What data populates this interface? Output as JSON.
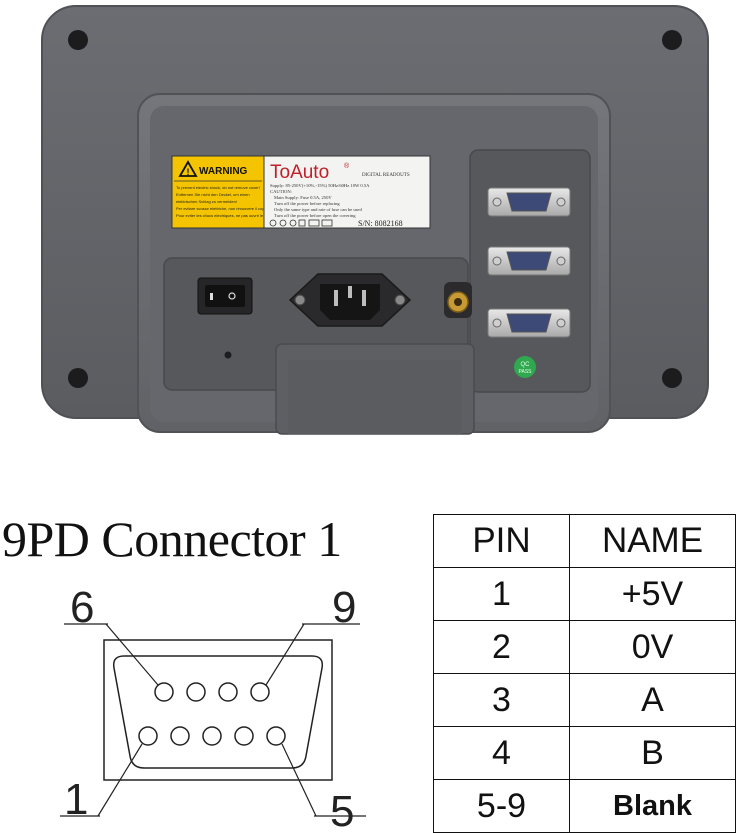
{
  "device": {
    "brand": "ToAuto",
    "brand_mark": "®",
    "product": "DIGITAL READOUTS",
    "warning_title": "WARNING",
    "warning_text": [
      "To prevent electric shock, do not remove cover!",
      "Entfernen Sie nicht den Deckel, um einen",
      "elektrischen Schlag zu vermeiden!",
      "Per evitare scosse elettriche, non rimuovere il coperchio",
      "Pour eviter les chocs electriques, ne pas ouvrir le capot"
    ],
    "label_lines": [
      "Supply: 85-250V(+10%,-15%) 50Hz/60Hz 10W 0.5A",
      "CAUTION:",
      "Main Supply: Fuse 0.5A, 250V",
      "Turn off the power before replacing",
      "Only the same type and rate of fuse can be used",
      "Turn off the power before open the covering"
    ],
    "serial": "S/N: 8082168",
    "qc": [
      "QC",
      "PASS"
    ],
    "colors": {
      "body": "#626469",
      "panel": "#55575b",
      "warning": "#f4c400",
      "brand": "#c0202a"
    }
  },
  "connector": {
    "title": "9PD Connector 1",
    "labels": {
      "top_left": "6",
      "top_right": "9",
      "bottom_left": "1",
      "bottom_right": "5"
    }
  },
  "pin_table": {
    "headers": [
      "PIN",
      "NAME"
    ],
    "rows": [
      {
        "pin": "1",
        "name": "+5V"
      },
      {
        "pin": "2",
        "name": "0V"
      },
      {
        "pin": "3",
        "name": "A"
      },
      {
        "pin": "4",
        "name": "B"
      },
      {
        "pin": "5-9",
        "name": "Blank"
      }
    ]
  }
}
